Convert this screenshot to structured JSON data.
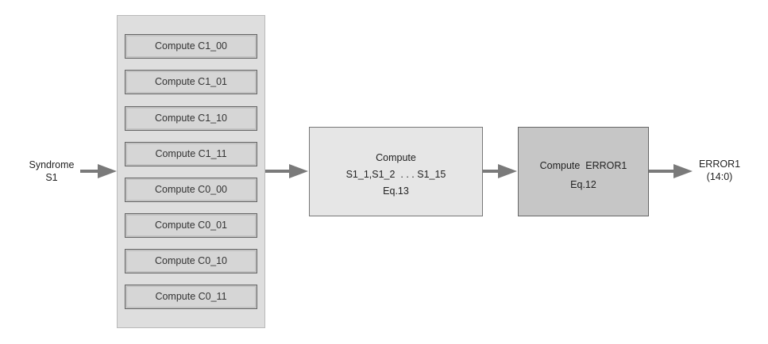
{
  "input": {
    "line1": "Syndrome",
    "line2": "S1"
  },
  "compute_boxes": [
    "Compute C1_00",
    "Compute C1_01",
    "Compute C1_10",
    "Compute C1_11",
    "Compute C0_00",
    "Compute C0_01",
    "Compute C0_10",
    "Compute C0_11"
  ],
  "middle_box": {
    "line1": "Compute",
    "line2": "S1_1,S1_2  . . . S1_15",
    "line3": "Eq.13"
  },
  "right_box": {
    "line1": "Compute  ERROR1",
    "line2": "Eq.12"
  },
  "output": {
    "line1": "ERROR1",
    "line2": "(14:0)"
  },
  "colors": {
    "arrow": "#7a7a7a",
    "panel": "#dedede",
    "right_box": "#c6c6c6",
    "middle_box": "#e6e6e6"
  }
}
